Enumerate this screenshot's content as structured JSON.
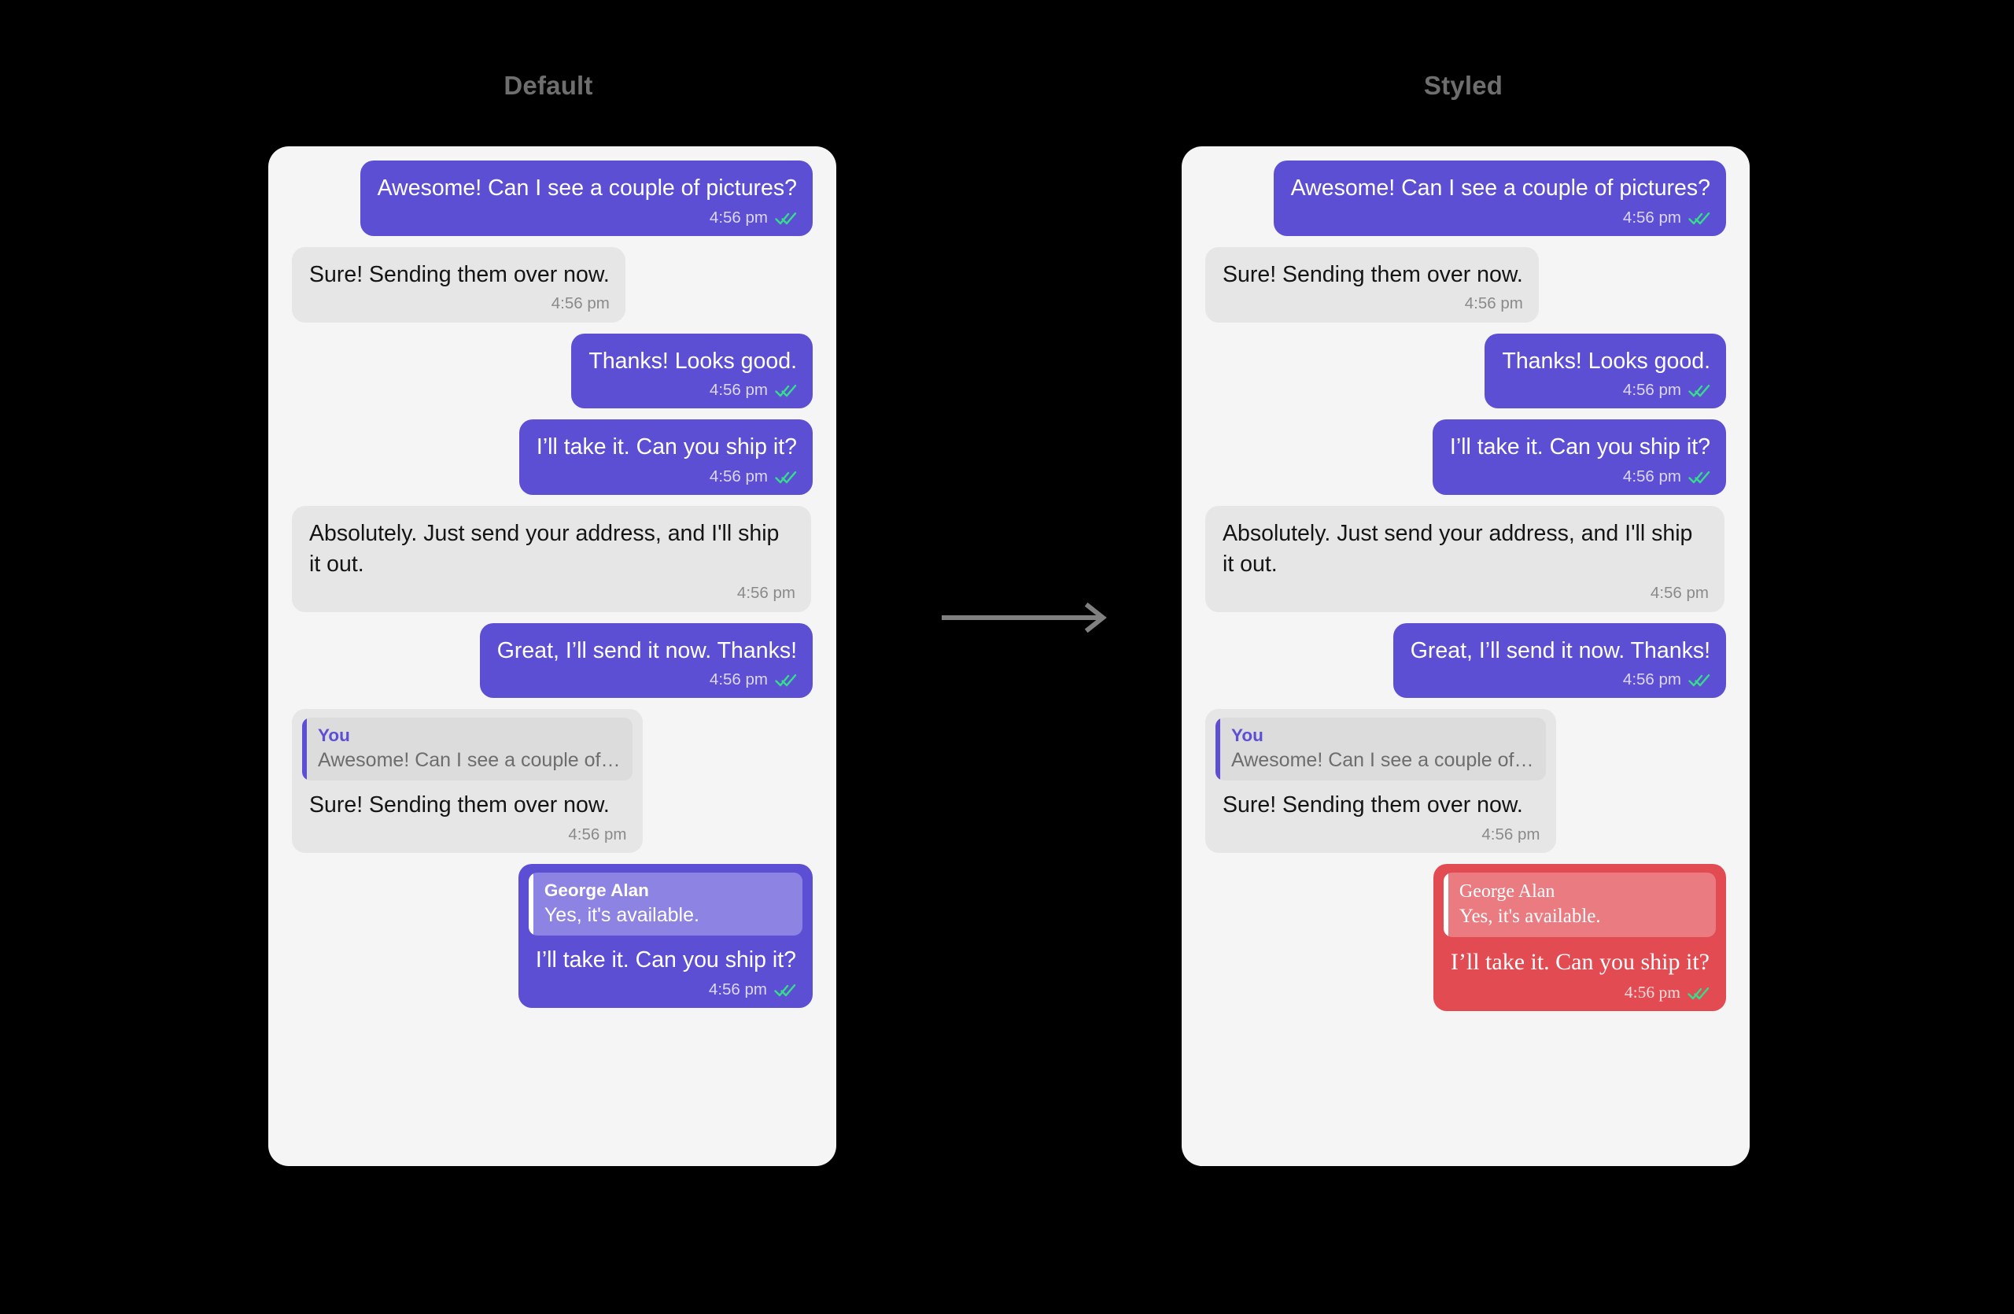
{
  "columns": {
    "left_title": "Default",
    "right_title": "Styled"
  },
  "icons": {
    "arrow": "arrow-right-icon",
    "read_receipt": "double-check-icon"
  },
  "colors": {
    "background": "#000000",
    "panel": "#f5f5f5",
    "outgoing_bubble": "#5d4fd4",
    "incoming_bubble": "#e6e6e6",
    "styled_bubble": "#e24b52",
    "read_receipt_green": "#35dd8b",
    "heading_gray": "#6e6e6e",
    "arrow_gray": "#808080"
  },
  "default_panel": {
    "messages": [
      {
        "direction": "out",
        "text": "Awesome! Can I see a couple of pictures?",
        "time": "4:56 pm",
        "read": true
      },
      {
        "direction": "in",
        "text": "Sure! Sending them over now.",
        "time": "4:56 pm",
        "read": false
      },
      {
        "direction": "out",
        "text": "Thanks! Looks good.",
        "time": "4:56 pm",
        "read": true
      },
      {
        "direction": "out",
        "text": "I’ll take it. Can you ship it?",
        "time": "4:56 pm",
        "read": true
      },
      {
        "direction": "in",
        "text": "Absolutely. Just send your address, and I'll ship it out.",
        "time": "4:56 pm",
        "read": false
      },
      {
        "direction": "out",
        "text": "Great, I’ll send it now. Thanks!",
        "time": "4:56 pm",
        "read": true
      },
      {
        "direction": "in",
        "quote": {
          "name": "You",
          "snippet": "Awesome! Can I see a couple of…"
        },
        "text": "Sure! Sending them over now.",
        "time": "4:56 pm",
        "read": false
      },
      {
        "direction": "out",
        "quote": {
          "name": "George Alan",
          "snippet": "Yes, it's available."
        },
        "text": "I’ll take it. Can you ship it?",
        "time": "4:56 pm",
        "read": true
      }
    ]
  },
  "styled_panel": {
    "messages": [
      {
        "direction": "out",
        "text": "Awesome! Can I see a couple of pictures?",
        "time": "4:56 pm",
        "read": true
      },
      {
        "direction": "in",
        "text": "Sure! Sending them over now.",
        "time": "4:56 pm",
        "read": false
      },
      {
        "direction": "out",
        "text": "Thanks! Looks good.",
        "time": "4:56 pm",
        "read": true
      },
      {
        "direction": "out",
        "text": "I’ll take it. Can you ship it?",
        "time": "4:56 pm",
        "read": true
      },
      {
        "direction": "in",
        "text": "Absolutely. Just send your address, and I'll ship it out.",
        "time": "4:56 pm",
        "read": false
      },
      {
        "direction": "out",
        "text": "Great, I’ll send it now. Thanks!",
        "time": "4:56 pm",
        "read": true
      },
      {
        "direction": "in",
        "quote": {
          "name": "You",
          "snippet": "Awesome! Can I see a couple of…"
        },
        "text": "Sure! Sending them over now.",
        "time": "4:56 pm",
        "read": false
      },
      {
        "direction": "out",
        "styled": true,
        "quote": {
          "name": "George Alan",
          "snippet": "Yes, it's available."
        },
        "text": "I’ll take it. Can you ship it?",
        "time": "4:56 pm",
        "read": true
      }
    ]
  }
}
